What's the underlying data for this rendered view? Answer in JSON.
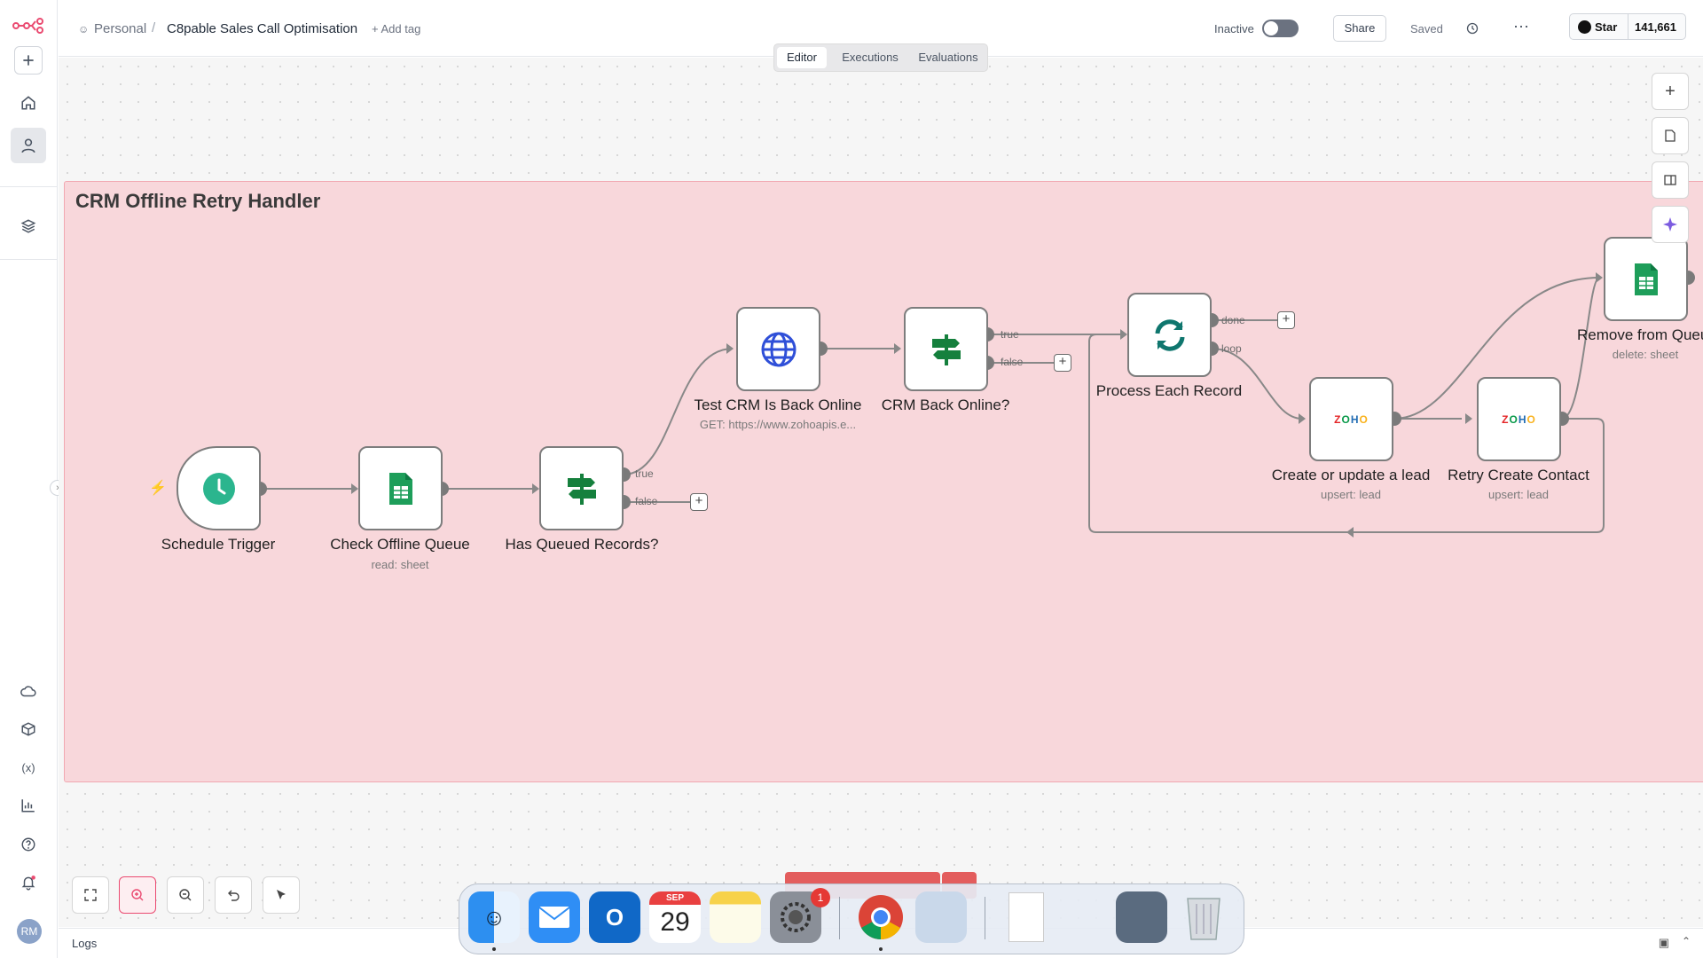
{
  "header": {
    "breadcrumb_root": "Personal",
    "workflow_name": "C8pable Sales Call Optimisation",
    "add_tag": "+ Add tag",
    "status_label": "Inactive",
    "share_label": "Share",
    "saved_label": "Saved",
    "star_label": "Star",
    "star_count": "141,661"
  },
  "tabs": [
    {
      "label": "Editor",
      "active": true
    },
    {
      "label": "Executions",
      "active": false
    },
    {
      "label": "Evaluations",
      "active": false
    }
  ],
  "sticky": {
    "title": "CRM Offline Retry Handler"
  },
  "nodes": [
    {
      "id": "schedule",
      "label": "Schedule Trigger",
      "subtitle": ""
    },
    {
      "id": "check_queue",
      "label": "Check Offline Queue",
      "subtitle": "read: sheet"
    },
    {
      "id": "has_queued",
      "label": "Has Queued Records?",
      "subtitle": ""
    },
    {
      "id": "test_crm",
      "label": "Test CRM Is Back Online",
      "subtitle": "GET: https://www.zohoapis.e..."
    },
    {
      "id": "crm_back",
      "label": "CRM Back Online?",
      "subtitle": ""
    },
    {
      "id": "process",
      "label": "Process Each Record",
      "subtitle": ""
    },
    {
      "id": "create_lead",
      "label": "Create or update a lead",
      "subtitle": "upsert: lead"
    },
    {
      "id": "retry_contact",
      "label": "Retry Create Contact",
      "subtitle": "upsert: lead"
    },
    {
      "id": "remove_queue",
      "label": "Remove from Queu",
      "subtitle": "delete: sheet"
    }
  ],
  "port_labels": {
    "true": "true",
    "false": "false",
    "done": "done",
    "loop": "loop"
  },
  "footer": {
    "logs_label": "Logs"
  },
  "dock": {
    "calendar_month": "SEP",
    "calendar_day": "29",
    "badge": "1",
    "zoho_text": "ZOHO"
  },
  "colors": {
    "sticky_bg": "#f8d7db",
    "accent": "#ea4b71",
    "sheets_green": "#1e9e5a",
    "if_green": "#15803d"
  },
  "icons": [
    "logo-icon",
    "plus-icon",
    "home-icon",
    "user-icon",
    "layers-icon",
    "cloud-icon",
    "template-icon",
    "variables-icon",
    "insights-icon",
    "help-icon",
    "bell-icon",
    "clock-icon",
    "sheets-icon",
    "signpost-icon",
    "globe-icon",
    "loop-icon",
    "zoho-icon",
    "github-icon",
    "history-icon",
    "more-icon",
    "zoom-to-fit-icon",
    "zoom-in-icon",
    "zoom-out-icon",
    "undo-icon",
    "pointer-icon",
    "notes-icon",
    "panel-icon",
    "sparkle-icon",
    "bolt-icon"
  ]
}
